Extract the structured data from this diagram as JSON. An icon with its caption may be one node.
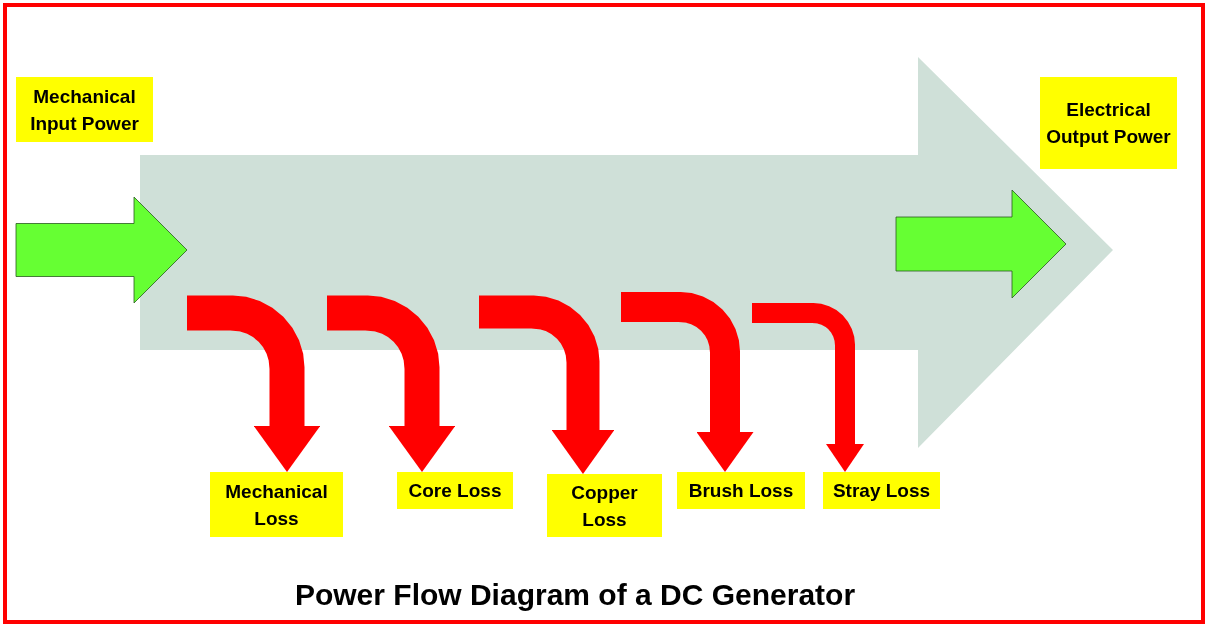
{
  "diagram": {
    "title": "Power Flow Diagram of a DC Generator",
    "nodes": [
      {
        "text": [
          "Mechanical Input Power"
        ]
      },
      {
        "text": [
          "Electrical Output Power"
        ]
      },
      {
        "text": [],
        "shape": "arrow"
      },
      {
        "text": [
          "Mechanical Loss"
        ]
      },
      {
        "text": [
          "Core Loss"
        ]
      },
      {
        "text": [
          "Copper Loss"
        ]
      },
      {
        "text": [
          "Brush Loss"
        ]
      },
      {
        "text": [
          "Stray Loss"
        ]
      }
    ],
    "edges": [
      {
        "from": 2,
        "to": 3,
        "arrow": "to"
      },
      {
        "from": 2,
        "to": 4,
        "arrow": "to"
      },
      {
        "from": 2,
        "to": 5,
        "arrow": "to"
      },
      {
        "from": 2,
        "to": 6,
        "arrow": "to"
      },
      {
        "from": 2,
        "to": 7,
        "arrow": "to"
      }
    ]
  }
}
